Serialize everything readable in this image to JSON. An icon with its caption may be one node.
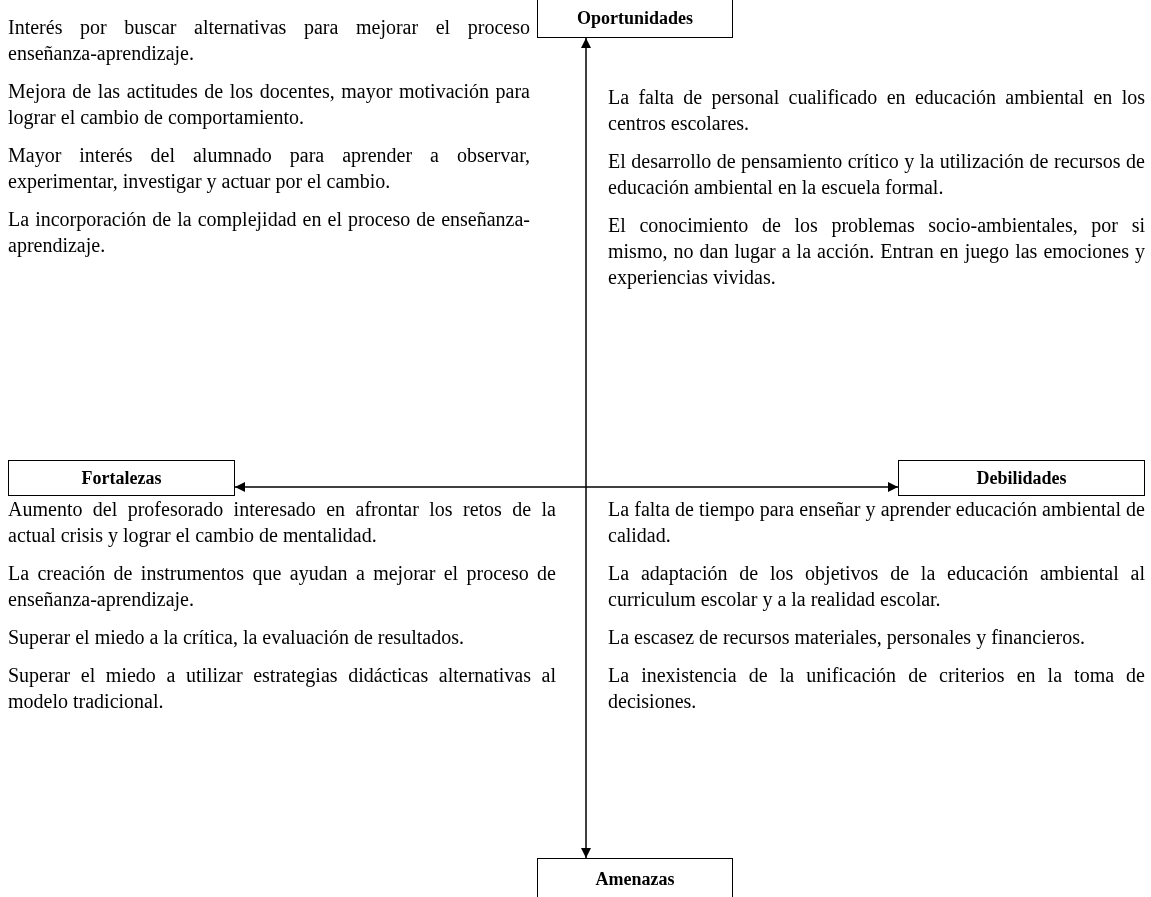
{
  "diagram": {
    "nodes": [
      {
        "text": [
          "Oportunidades"
        ]
      },
      {
        "text": [
          "Fortalezas"
        ]
      },
      {
        "text": [
          "Debilidades"
        ]
      },
      {
        "text": [
          "Amenazas"
        ]
      }
    ],
    "edges": [
      {
        "from": 1,
        "to": 2,
        "arrow": "both"
      },
      {
        "from": 0,
        "to": 3,
        "arrow": "both"
      }
    ],
    "labels": [
      "Interés por buscar alternativas para mejorar el proceso enseñanza-aprendizaje.",
      "Mejora de las actitudes de los docentes, mayor motivación para lograr el cambio de comportamiento.",
      "Mayor interés del alumnado para aprender a observar, experimentar, investigar y actuar por el cambio.",
      "La incorporación de la complejidad en el proceso de enseñanza-aprendizaje.",
      "La falta de personal cualificado en educación ambiental en los centros escolares.",
      "El desarrollo de pensamiento crítico y la utilización de recursos de educación ambiental en la escuela formal.",
      "El conocimiento de los problemas socio-ambientales, por si mismo, no dan lugar a la acción. Entran en juego las emociones y experiencias vividas.",
      "Aumento del profesorado interesado en afrontar los retos de la actual crisis y lograr el cambio de mentalidad.",
      "La creación de instrumentos que ayudan a mejorar el proceso de enseñanza-aprendizaje.",
      "Superar el miedo a la crítica, la evaluación de resultados.",
      "Superar el miedo a utilizar estrategias didácticas alternativas al modelo tradicional.",
      "La falta de tiempo para enseñar y aprender educación ambiental de calidad.",
      "La adaptación de los objetivos de la educación ambiental al curriculum escolar y a la realidad escolar.",
      "La escasez de recursos materiales, personales y financieros.",
      "La inexistencia de la unificación de criterios en la toma de decisiones."
    ]
  }
}
